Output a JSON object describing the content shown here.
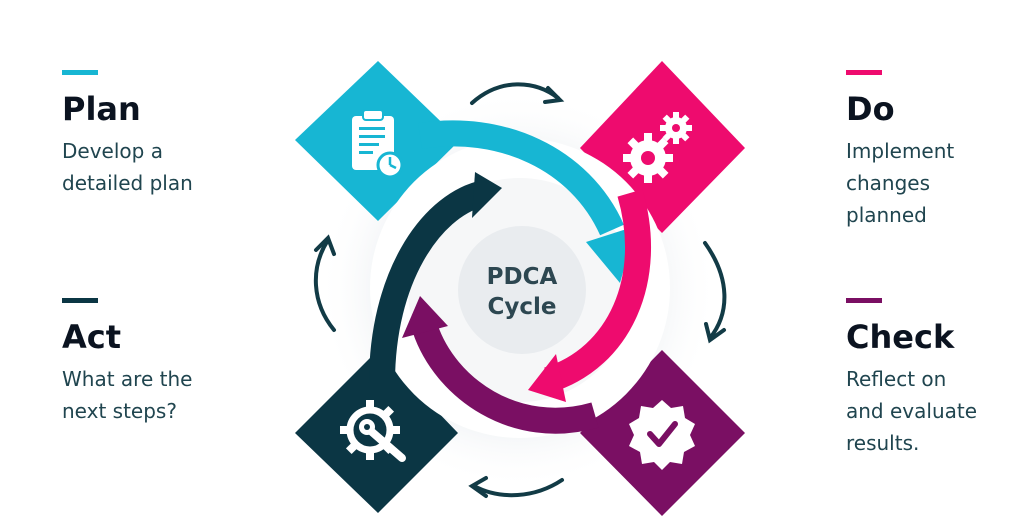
{
  "colors": {
    "plan": "#17b6d3",
    "do": "#ee0b6e",
    "check": "#7a0f63",
    "act": "#0b3644",
    "text_dark": "#0b1320",
    "text_desc": "#20454f",
    "hub": "#e9ecef"
  },
  "center": {
    "line1": "PDCA",
    "line2": "Cycle"
  },
  "phases": {
    "plan": {
      "title": "Plan",
      "desc_lines": [
        "Develop a",
        "detailed plan"
      ],
      "icon": "clipboard-clock-icon"
    },
    "do": {
      "title": "Do",
      "desc_lines": [
        "Implement",
        "changes",
        "planned"
      ],
      "icon": "gears-icon"
    },
    "check": {
      "title": "Check",
      "desc_lines": [
        "Reflect on",
        "and evaluate",
        "results."
      ],
      "icon": "badge-check-icon"
    },
    "act": {
      "title": "Act",
      "desc_lines": [
        "What are the",
        "next steps?"
      ],
      "icon": "gear-wrench-icon"
    }
  }
}
